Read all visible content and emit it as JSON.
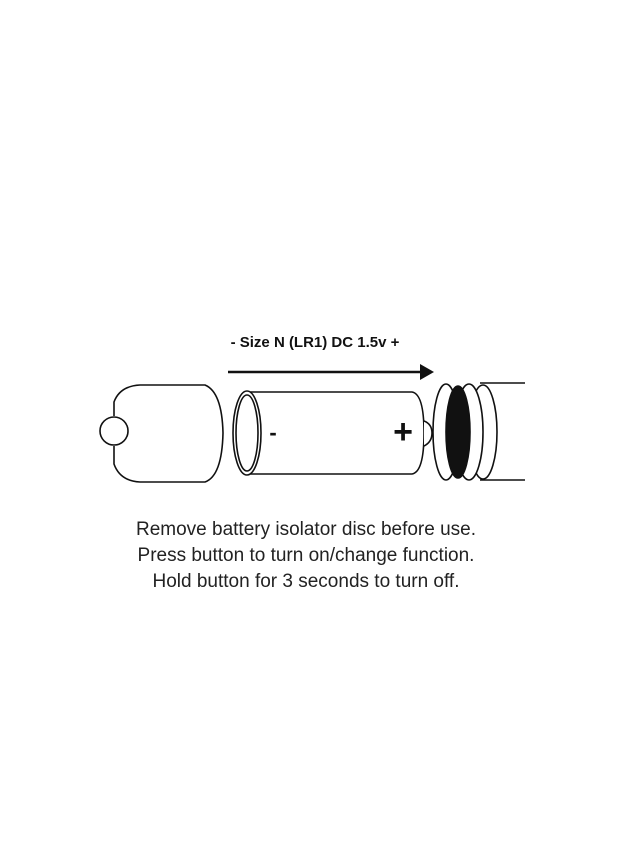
{
  "diagram": {
    "battery_label": "- Size N (LR1) DC 1.5v +",
    "minus_sign": "-",
    "plus_sign": "+"
  },
  "instructions": [
    "Remove battery isolator disc before use.",
    "Press button to turn on/change function.",
    "Hold button for 3 seconds to turn off."
  ]
}
